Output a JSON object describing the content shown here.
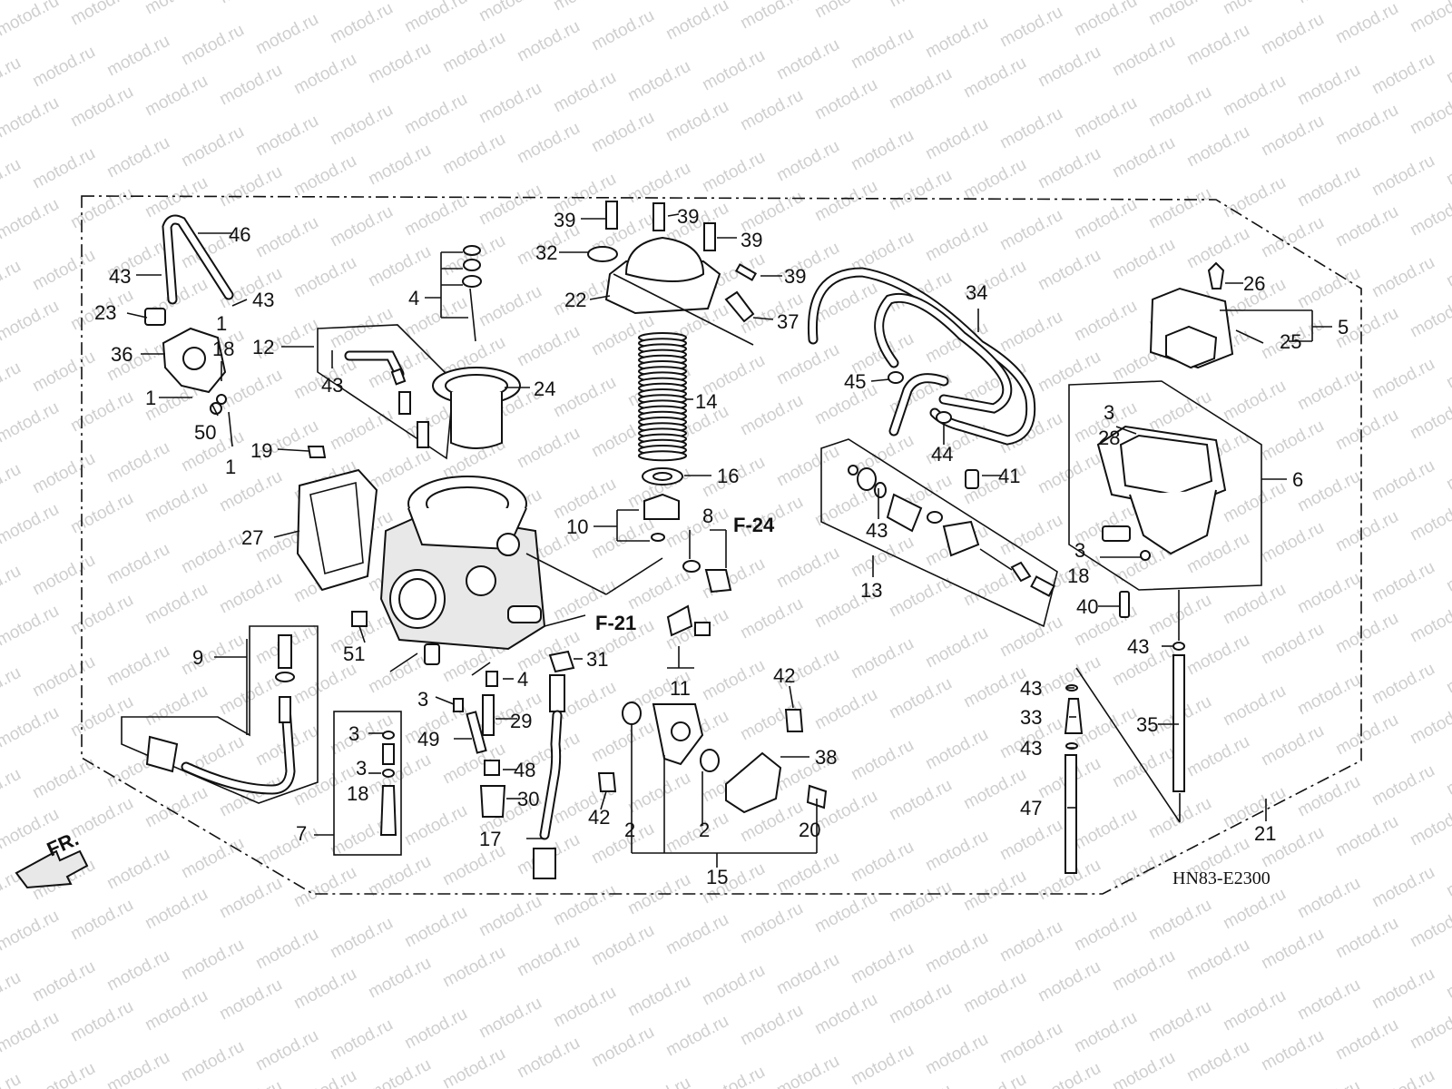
{
  "diagram": {
    "watermark_text": "motod.ru",
    "drawing_code": "HN83-E2300",
    "front_indicator": "FR.",
    "refs": {
      "f21": "F-21",
      "f24": "F-24"
    },
    "callouts": [
      {
        "id": "46",
        "text": "46"
      },
      {
        "id": "43a",
        "text": "43"
      },
      {
        "id": "43b",
        "text": "43"
      },
      {
        "id": "1a",
        "text": "1"
      },
      {
        "id": "23",
        "text": "23"
      },
      {
        "id": "36",
        "text": "36"
      },
      {
        "id": "18a",
        "text": "18"
      },
      {
        "id": "1b",
        "text": "1"
      },
      {
        "id": "50",
        "text": "50"
      },
      {
        "id": "1c",
        "text": "1"
      },
      {
        "id": "12",
        "text": "12"
      },
      {
        "id": "43c",
        "text": "43"
      },
      {
        "id": "19",
        "text": "19"
      },
      {
        "id": "27",
        "text": "27"
      },
      {
        "id": "4a",
        "text": "4"
      },
      {
        "id": "24",
        "text": "24"
      },
      {
        "id": "39a",
        "text": "39"
      },
      {
        "id": "39b",
        "text": "39"
      },
      {
        "id": "39c",
        "text": "39"
      },
      {
        "id": "39d",
        "text": "39"
      },
      {
        "id": "32",
        "text": "32"
      },
      {
        "id": "22",
        "text": "22"
      },
      {
        "id": "37",
        "text": "37"
      },
      {
        "id": "14",
        "text": "14"
      },
      {
        "id": "16",
        "text": "16"
      },
      {
        "id": "10",
        "text": "10"
      },
      {
        "id": "8",
        "text": "8"
      },
      {
        "id": "34",
        "text": "34"
      },
      {
        "id": "45",
        "text": "45"
      },
      {
        "id": "44",
        "text": "44"
      },
      {
        "id": "41",
        "text": "41"
      },
      {
        "id": "43d",
        "text": "43"
      },
      {
        "id": "13",
        "text": "13"
      },
      {
        "id": "26",
        "text": "26"
      },
      {
        "id": "25",
        "text": "25"
      },
      {
        "id": "5",
        "text": "5"
      },
      {
        "id": "3a",
        "text": "3"
      },
      {
        "id": "28",
        "text": "28"
      },
      {
        "id": "6",
        "text": "6"
      },
      {
        "id": "3b",
        "text": "3"
      },
      {
        "id": "18b",
        "text": "18"
      },
      {
        "id": "40",
        "text": "40"
      },
      {
        "id": "43e",
        "text": "43"
      },
      {
        "id": "43f",
        "text": "43"
      },
      {
        "id": "33",
        "text": "33"
      },
      {
        "id": "43g",
        "text": "43"
      },
      {
        "id": "35",
        "text": "35"
      },
      {
        "id": "47",
        "text": "47"
      },
      {
        "id": "21",
        "text": "21"
      },
      {
        "id": "9",
        "text": "9"
      },
      {
        "id": "51",
        "text": "51"
      },
      {
        "id": "31",
        "text": "31"
      },
      {
        "id": "3c",
        "text": "3"
      },
      {
        "id": "4b",
        "text": "4"
      },
      {
        "id": "29",
        "text": "29"
      },
      {
        "id": "49",
        "text": "49"
      },
      {
        "id": "48",
        "text": "48"
      },
      {
        "id": "30",
        "text": "30"
      },
      {
        "id": "3d",
        "text": "3"
      },
      {
        "id": "3e",
        "text": "3"
      },
      {
        "id": "18c",
        "text": "18"
      },
      {
        "id": "7",
        "text": "7"
      },
      {
        "id": "17",
        "text": "17"
      },
      {
        "id": "11",
        "text": "11"
      },
      {
        "id": "42a",
        "text": "42"
      },
      {
        "id": "42b",
        "text": "42"
      },
      {
        "id": "38",
        "text": "38"
      },
      {
        "id": "2a",
        "text": "2"
      },
      {
        "id": "2b",
        "text": "2"
      },
      {
        "id": "20",
        "text": "20"
      },
      {
        "id": "15",
        "text": "15"
      }
    ]
  }
}
